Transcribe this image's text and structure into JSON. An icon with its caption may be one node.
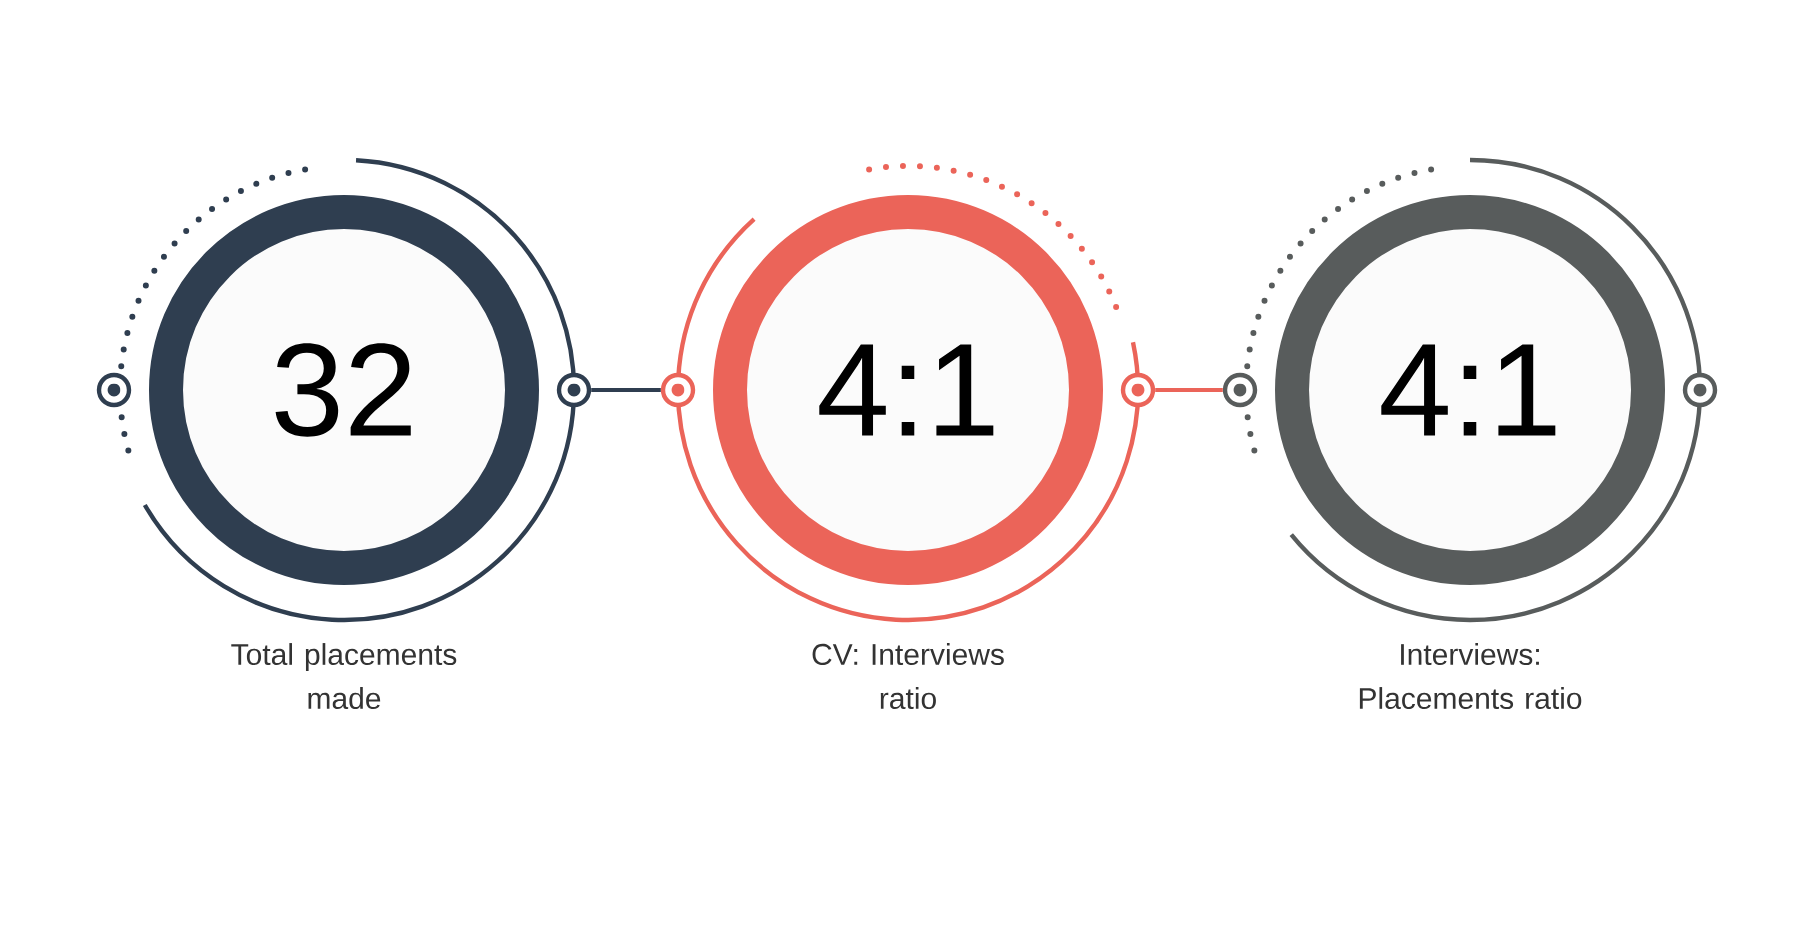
{
  "diagram": {
    "nodes": [
      {
        "text": [
          "32"
        ],
        "beside": [
          "Total placements made"
        ]
      },
      {
        "text": [
          "4:1"
        ],
        "beside": [
          "CV: Interviews ratio"
        ]
      },
      {
        "text": [
          "4:1"
        ],
        "beside": [
          "Interviews: Placements ratio"
        ]
      },
      {
        "text": [],
        "shape": "circle"
      },
      {
        "text": [],
        "shape": "circle"
      },
      {
        "text": [],
        "shape": "circle"
      },
      {
        "text": [],
        "shape": "circle"
      },
      {
        "text": [],
        "shape": "circle"
      },
      {
        "text": [],
        "shape": "circle"
      }
    ],
    "edges": [
      {
        "from": 4,
        "to": 5,
        "arrow": "none",
        "color": "#2f3e50"
      },
      {
        "from": 6,
        "to": 7,
        "arrow": "none",
        "color": "#eb6459"
      }
    ]
  }
}
